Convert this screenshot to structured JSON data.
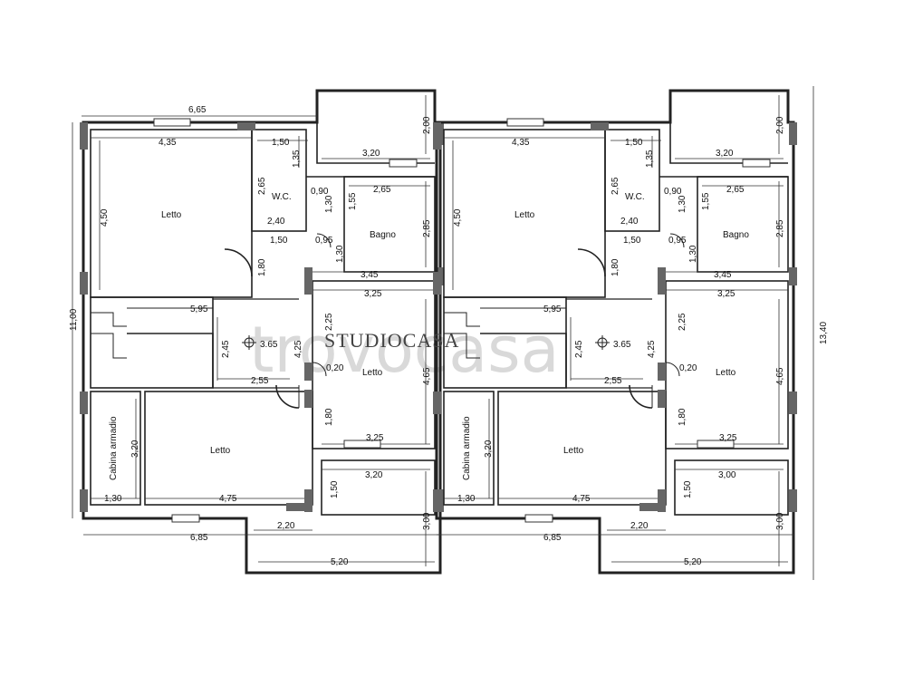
{
  "watermark": {
    "studio": "STUDIOCASA",
    "brand": "trovocasa"
  },
  "units": [
    {
      "overall": {
        "top_width": "6,65",
        "bottom_width": "6,85",
        "height": "11,00"
      },
      "balcony_top": {
        "w": "3,20",
        "h": "2,00"
      },
      "bedroom_1": {
        "label": "Letto",
        "w": "4,35",
        "h": "4,50"
      },
      "wc": {
        "label": "W.C.",
        "w": "1,50",
        "h": "2,65",
        "d1": "1,35",
        "d2": "0,90",
        "d3": "1,30",
        "d4": "2,40",
        "d5": "1,50",
        "d6": "0,95"
      },
      "bathroom": {
        "label": "Bagno",
        "w": "2,65",
        "h": "2,85",
        "d1": "1,55",
        "d2": "1,30"
      },
      "hall": {
        "d1": "1,80",
        "d2": "3,45",
        "stair": "5,95",
        "h": "2,45",
        "area": "3.65",
        "w": "2,55",
        "d3": "4,25"
      },
      "bedroom_2": {
        "label": "Letto",
        "w_top": "3,25",
        "h": "4,65",
        "d1": "2,25",
        "d2": "0,20",
        "d3": "1,80",
        "w_bottom": "3,25"
      },
      "wardrobe": {
        "label": "Cabina armadio",
        "h": "3,20",
        "w": "1,30"
      },
      "bedroom_3": {
        "label": "Letto",
        "w": "4,75"
      },
      "balcony_bottom": {
        "w_top": "3,20",
        "w_mid": "2,20",
        "w_bottom": "5,20",
        "h": "3,00",
        "d1": "1,50"
      }
    },
    {
      "overall": {
        "top_width": "",
        "bottom_width": "6,85",
        "height": "13,40"
      },
      "balcony_top": {
        "w": "3,20",
        "h": "2,00"
      },
      "bedroom_1": {
        "label": "Letto",
        "w": "4,35",
        "h": "4,50"
      },
      "wc": {
        "label": "W.C.",
        "w": "1,50",
        "h": "2,65",
        "d1": "1,35",
        "d2": "0,90",
        "d3": "1,30",
        "d4": "2,40",
        "d5": "1,50",
        "d6": "0,95"
      },
      "bathroom": {
        "label": "Bagno",
        "w": "2,65",
        "h": "2,85",
        "d1": "1,55",
        "d2": "1,30"
      },
      "hall": {
        "d1": "1,80",
        "d2": "3,45",
        "stair": "5,95",
        "h": "2,45",
        "area": "3.65",
        "w": "2,55",
        "d3": "4,25"
      },
      "bedroom_2": {
        "label": "Letto",
        "w_top": "3,25",
        "h": "4,65",
        "d1": "2,25",
        "d2": "0,20",
        "d3": "1,80",
        "w_bottom": "3,25"
      },
      "wardrobe": {
        "label": "Cabina armadio",
        "h": "3,20",
        "w": "1,30"
      },
      "bedroom_3": {
        "label": "Letto",
        "w": "4,75"
      },
      "balcony_bottom": {
        "w_top": "3,00",
        "w_mid": "2,20",
        "w_bottom": "5,20",
        "h": "3,00",
        "d1": "1,50"
      }
    }
  ]
}
